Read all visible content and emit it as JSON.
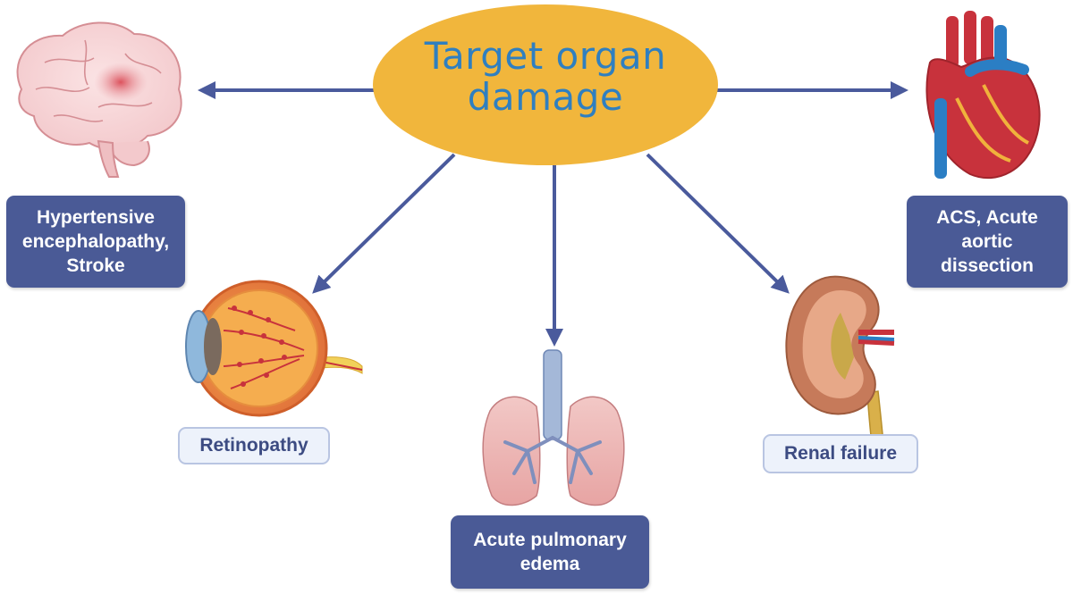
{
  "center": {
    "label": "Target organ\ndamage"
  },
  "organs": {
    "brain": {
      "label": "Hypertensive\nencephalopathy,\nStroke",
      "icon": "brain-icon"
    },
    "heart": {
      "label": "ACS, Acute\naortic\ndissection",
      "icon": "heart-icon"
    },
    "eye": {
      "label": "Retinopathy",
      "icon": "eye-icon"
    },
    "lungs": {
      "label": "Acute pulmonary\nedema",
      "icon": "lungs-icon"
    },
    "kidney": {
      "label": "Renal failure",
      "icon": "kidney-icon"
    }
  },
  "colors": {
    "center_fill": "#f1b63c",
    "center_text": "#2f7fc0",
    "arrow": "#4a5a9c",
    "label_box_dark": "#4a5a96",
    "label_box_light": "#edf2fb"
  }
}
